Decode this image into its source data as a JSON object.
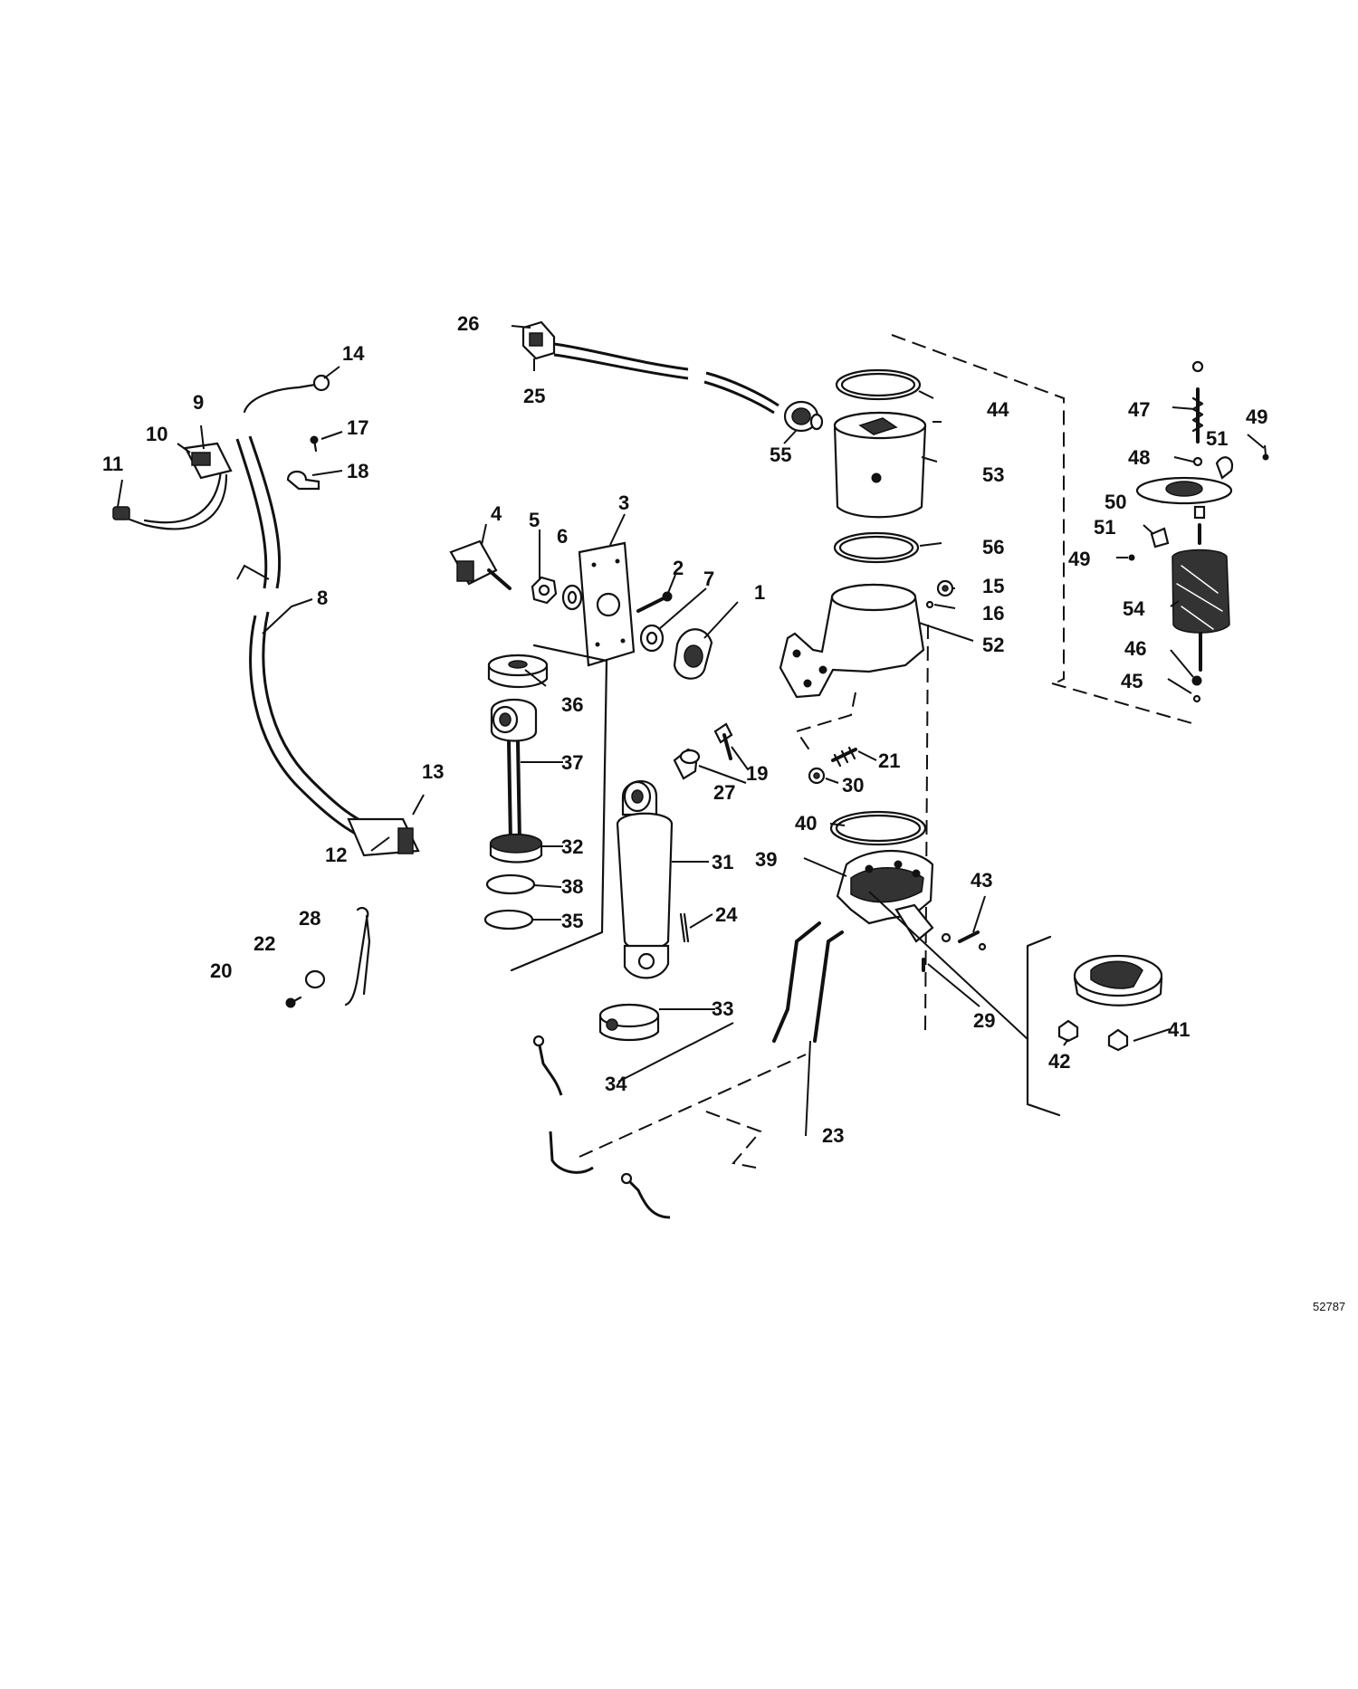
{
  "figure_number": "52787",
  "callouts": [
    "1",
    "2",
    "3",
    "4",
    "5",
    "6",
    "7",
    "8",
    "9",
    "10",
    "11",
    "12",
    "13",
    "14",
    "15",
    "16",
    "17",
    "18",
    "19",
    "20",
    "21",
    "22",
    "23",
    "24",
    "25",
    "26",
    "27",
    "28",
    "29",
    "30",
    "31",
    "32",
    "33",
    "34",
    "35",
    "36",
    "37",
    "38",
    "39",
    "40",
    "41",
    "42",
    "43",
    "44",
    "45",
    "46",
    "47",
    "48",
    "49",
    "49",
    "50",
    "51",
    "51",
    "52",
    "53",
    "54",
    "55",
    "56"
  ]
}
